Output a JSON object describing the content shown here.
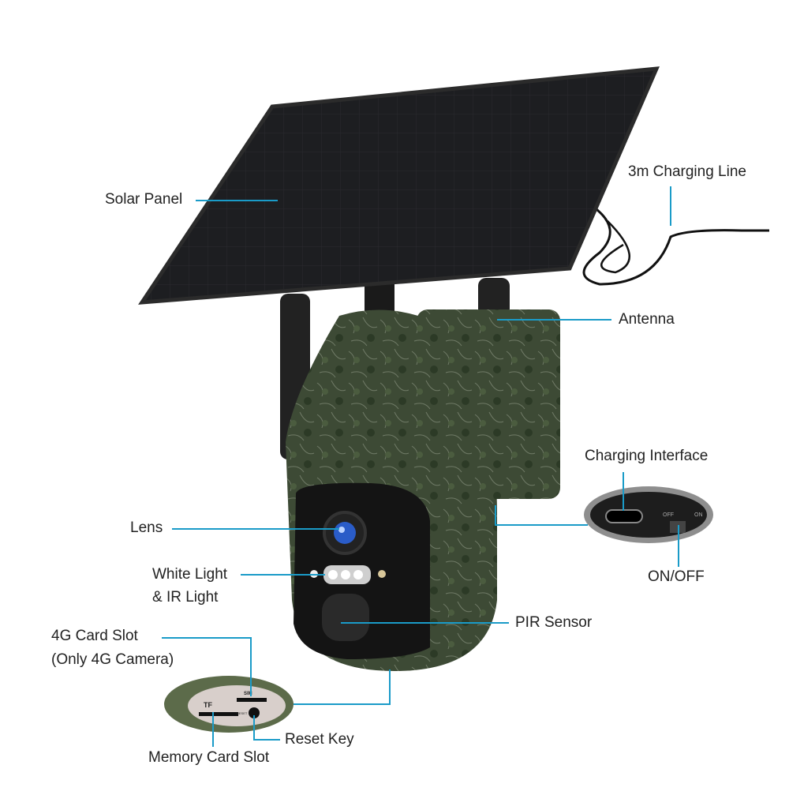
{
  "colors": {
    "leader_line": "#1a9bc8",
    "camo": "#3d4a35",
    "panel": "#1c1c1e"
  },
  "labels": {
    "solar_panel": "Solar Panel",
    "charging_line": "3m Charging Line",
    "antenna": "Antenna",
    "charging_interface": "Charging Interface",
    "on_off": "ON/OFF",
    "lens": "Lens",
    "white_light_1": "White Light",
    "white_light_2": "& IR Light",
    "pir_sensor": "PIR Sensor",
    "card_slot_1": "4G Card Slot",
    "card_slot_2": "(Only 4G Camera)",
    "reset_key": "Reset Key",
    "memory_card_slot": "Memory Card Slot"
  },
  "inset_markings": {
    "tf": "TF",
    "sim": "SIM",
    "reset": "RESET",
    "off": "OFF",
    "on": "ON"
  }
}
